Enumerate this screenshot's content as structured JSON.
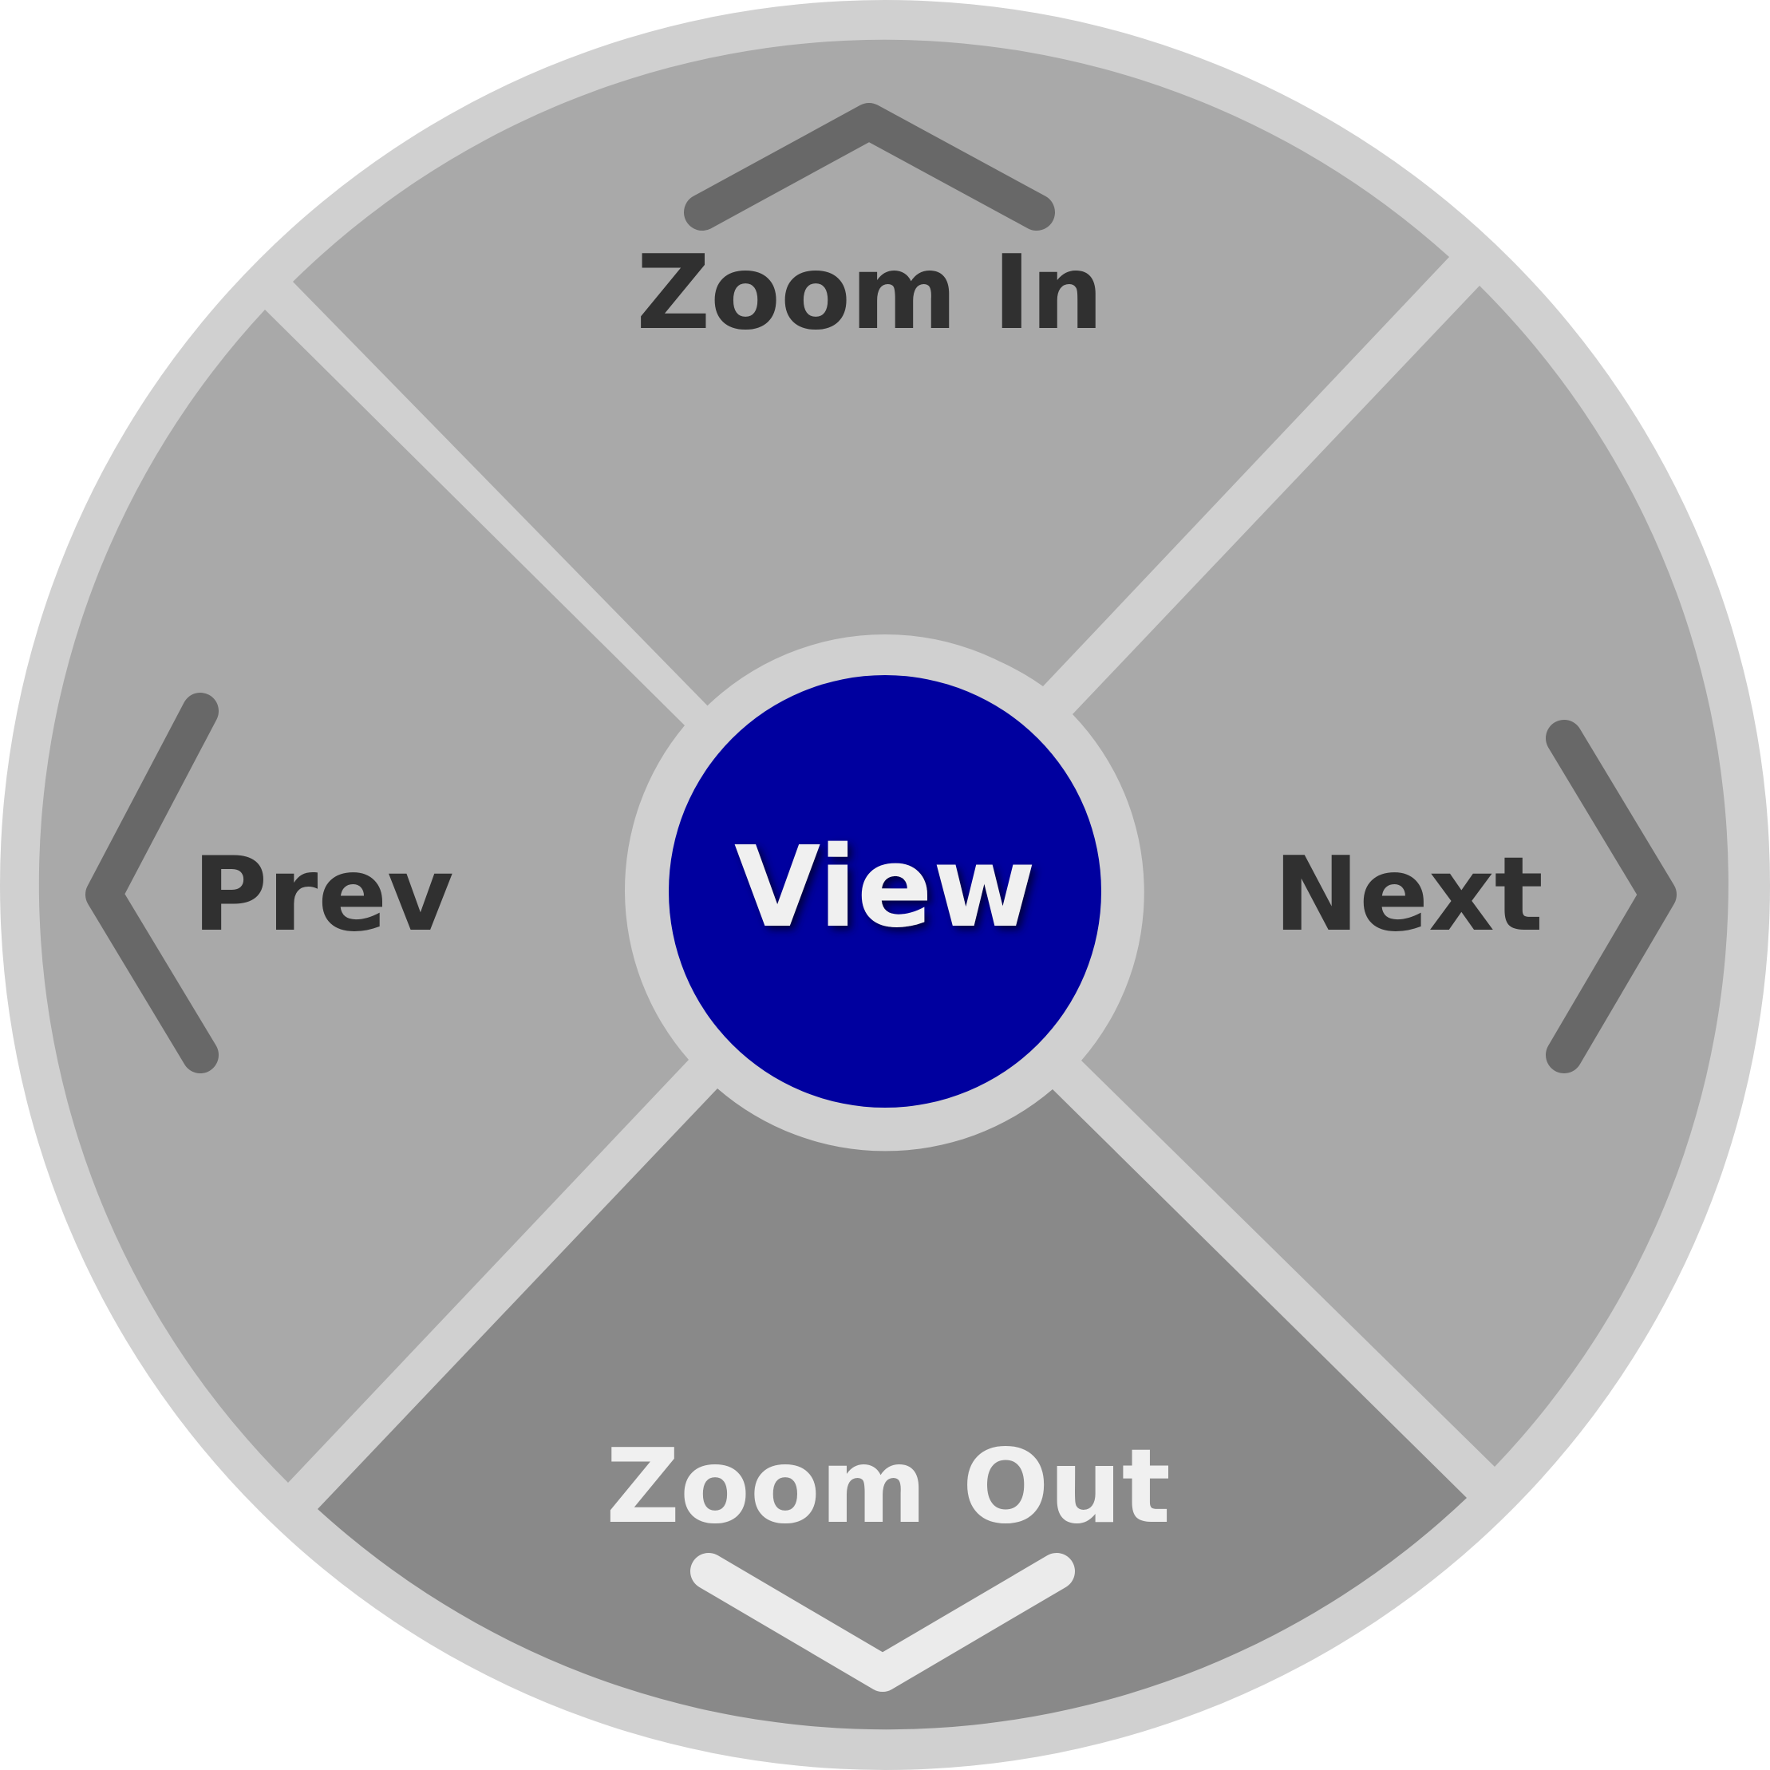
{
  "controller": {
    "zoom_in_label": "Zoom In",
    "zoom_out_label": "Zoom Out",
    "prev_label": "Prev",
    "next_label": "Next",
    "view_label": "View"
  },
  "icons": {
    "zoom_in": "chevron-up-icon",
    "zoom_out": "chevron-down-icon",
    "prev": "chevron-left-icon",
    "next": "chevron-right-icon"
  },
  "colors": {
    "ring": "#d0d0d0",
    "sector": "#a9a9a9",
    "sector_active": "#898989",
    "view_button": "#00009f",
    "view_text": "#f0f0f0",
    "dark_text": "#303030",
    "chevron": "#686868",
    "active_text": "#f0f0f0"
  }
}
